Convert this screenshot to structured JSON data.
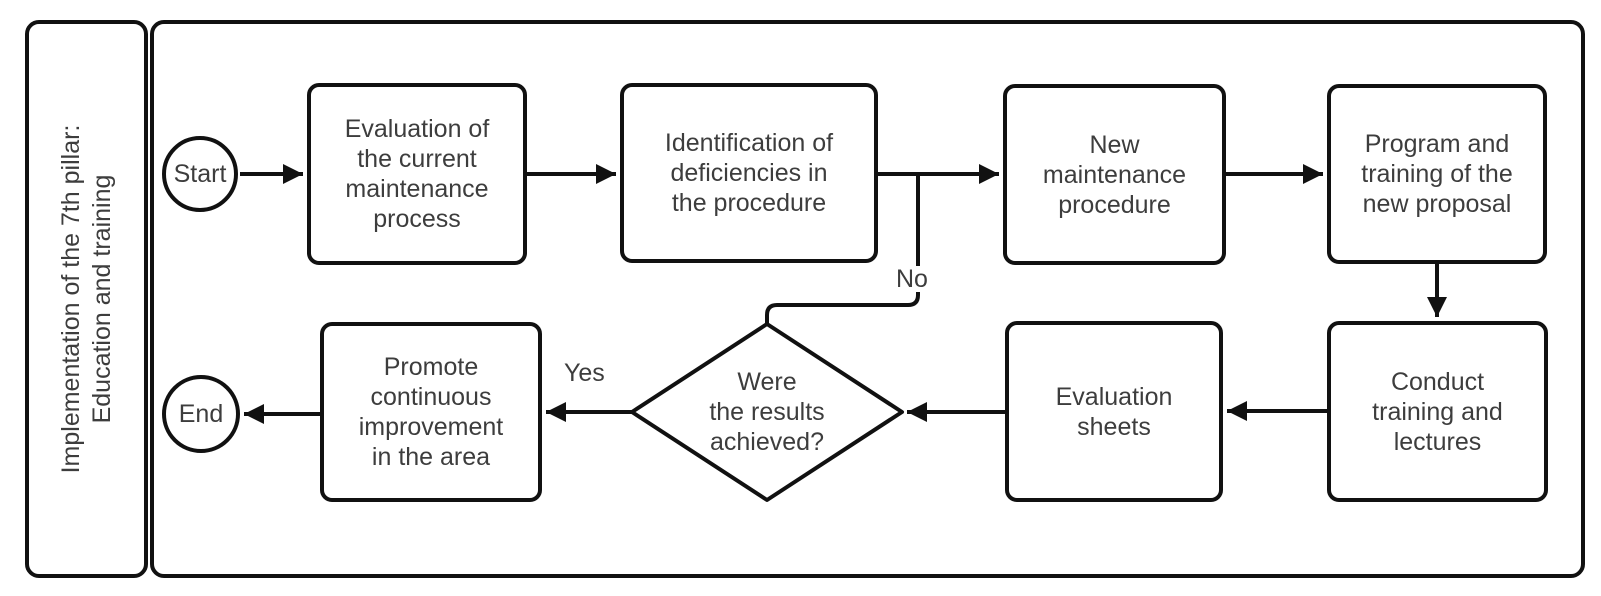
{
  "diagram": {
    "sidebar_label": "Implementation of the 7th pillar:\nEducation and training",
    "nodes": {
      "start": "Start",
      "evaluation_current": "Evaluation of\nthe current\nmaintenance\nprocess",
      "identification": "Identification of\ndeficiencies in\nthe procedure",
      "new_procedure": "New\nmaintenance\nprocedure",
      "program_training": "Program and\ntraining of the\nnew proposal",
      "conduct_training": "Conduct\ntraining and\nlectures",
      "evaluation_sheets": "Evaluation\nsheets",
      "decision": "Were\nthe results\nachieved?",
      "promote": "Promote\ncontinuous\nimprovement\nin the area",
      "end": "End"
    },
    "edge_labels": {
      "no": "No",
      "yes": "Yes"
    },
    "colors": {
      "stroke": "#111111",
      "text": "#3d3d3d",
      "background": "#ffffff"
    }
  }
}
